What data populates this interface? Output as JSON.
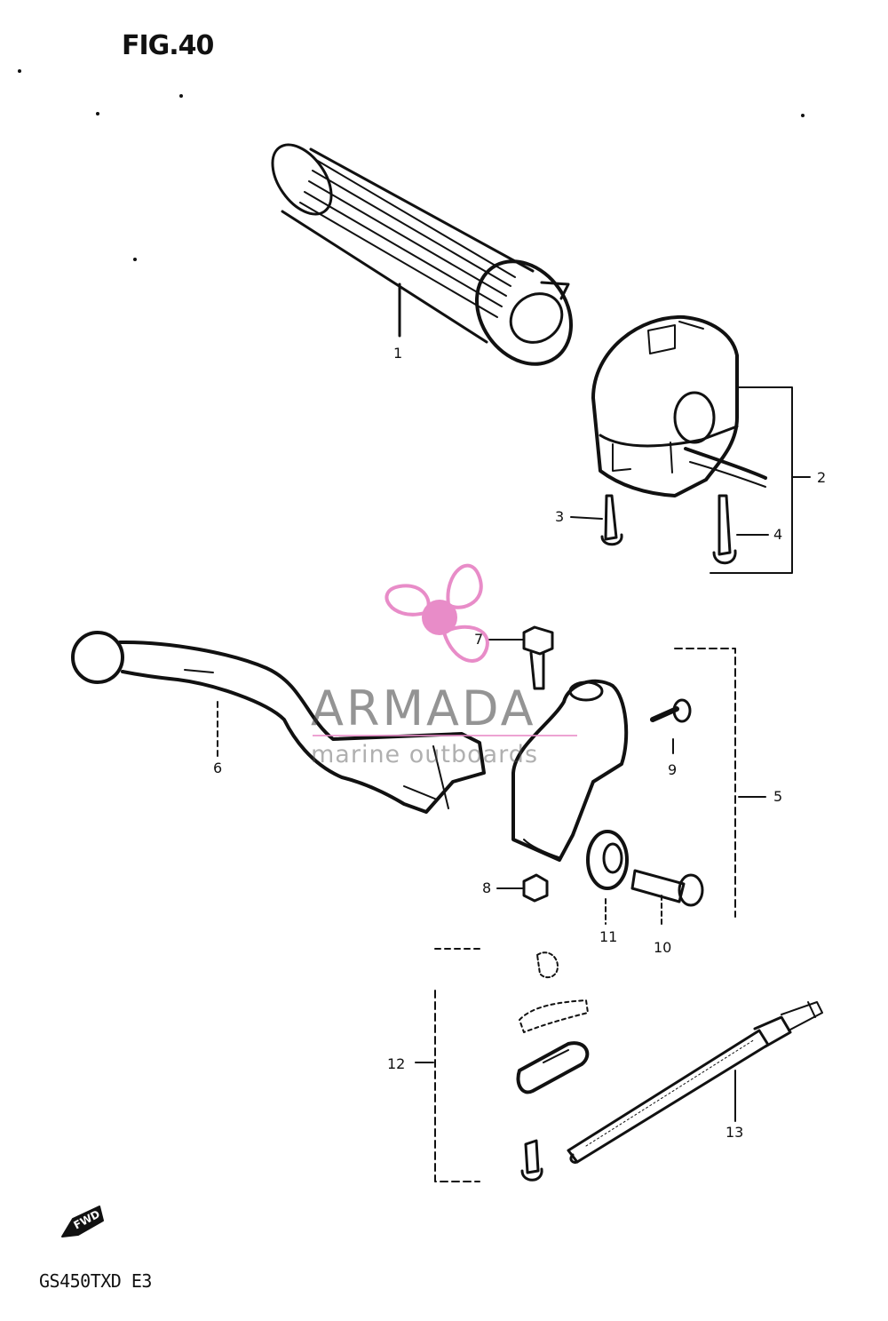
{
  "figure": {
    "title": "FIG.40",
    "model_code": "GS450TXD E3",
    "fwd_marker": "FWD"
  },
  "callouts": {
    "c1": "1",
    "c2": "2",
    "c3": "3",
    "c4": "4",
    "c5": "5",
    "c6": "6",
    "c7": "7",
    "c8": "8",
    "c9": "9",
    "c10": "10",
    "c11": "11",
    "c12": "12",
    "c13": "13"
  },
  "watermark": {
    "name": "ARMADA",
    "tagline": "marine outboards",
    "color": "#e88cc8"
  },
  "colors": {
    "ink": "#111111",
    "background": "#ffffff"
  }
}
